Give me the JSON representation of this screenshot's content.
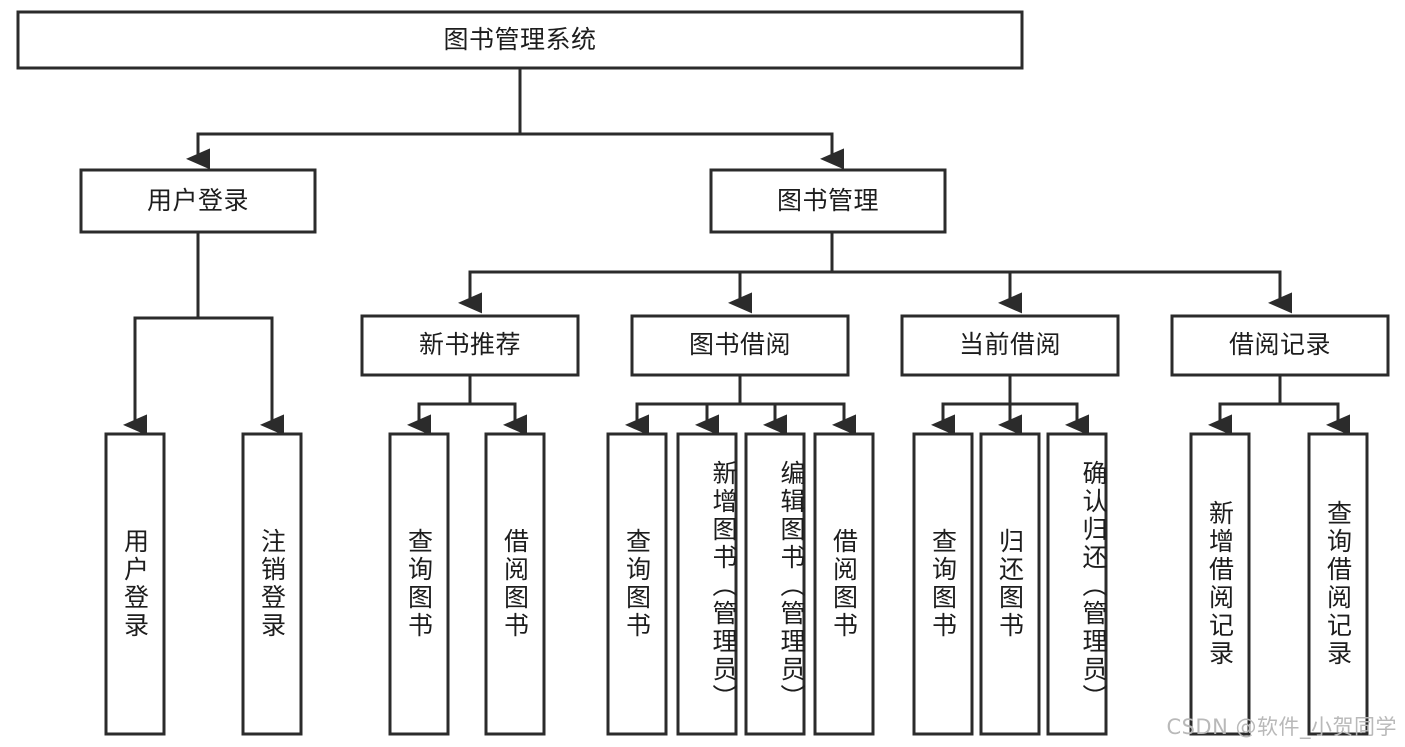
{
  "diagram": {
    "title": "图书管理系统",
    "type": "tree-hierarchy",
    "root": {
      "label": "图书管理系统"
    },
    "level2": [
      {
        "label": "用户登录"
      },
      {
        "label": "图书管理"
      }
    ],
    "level3": [
      {
        "label": "新书推荐"
      },
      {
        "label": "图书借阅"
      },
      {
        "label": "当前借阅"
      },
      {
        "label": "借阅记录"
      }
    ],
    "leaves_user_login": [
      {
        "label": "用户登录"
      },
      {
        "label": "注销登录"
      }
    ],
    "leaves_new_book": [
      {
        "label": "查询图书"
      },
      {
        "label": "借阅图书"
      }
    ],
    "leaves_borrow": [
      {
        "label": "查询图书"
      },
      {
        "label": "新增图书（管理员）"
      },
      {
        "label": "编辑图书（管理员）"
      },
      {
        "label": "借阅图书"
      }
    ],
    "leaves_current": [
      {
        "label": "查询图书"
      },
      {
        "label": "归还图书"
      },
      {
        "label": "确认归还（管理员）"
      }
    ],
    "leaves_records": [
      {
        "label": "新增借阅记录"
      },
      {
        "label": "查询借阅记录"
      }
    ]
  },
  "watermark": {
    "text": "CSDN @软件_小贺同学"
  },
  "colors": {
    "stroke": "#2b2b2b",
    "box_fill": "#ffffff",
    "text": "#1d1d1d",
    "watermark": "#b9b9b9",
    "background": "#ffffff"
  }
}
